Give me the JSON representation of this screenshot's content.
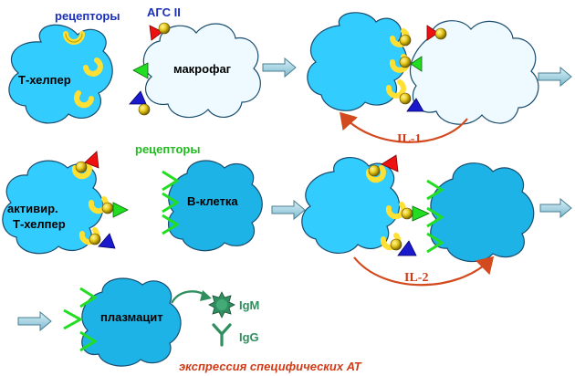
{
  "labels": {
    "receptors_top": "рецепторы",
    "mhc": "АГС II",
    "t_helper": "Т-хелпер",
    "macrophage": "макрофаг",
    "il1": "IL-1",
    "receptors_mid": "рецепторы",
    "activated_line1": "активир.",
    "activated_line2": "Т-хелпер",
    "b_cell": "В-клетка",
    "il2": "IL-2",
    "plasmocyte": "плазмацит",
    "igm": "IgM",
    "igg": "IgG",
    "caption": "экспрессия специфических АТ"
  },
  "colors": {
    "cell_light": "#33ccff",
    "cell_dark": "#1eb3e6",
    "cell_white": "#eefaff",
    "outline": "#1a4d6e",
    "yellow": "#ffe033",
    "gold_ball": "#d4b20a",
    "red": "#ee1111",
    "green": "#22dd22",
    "blue": "#1a1acc",
    "arrow_red": "#d24a1e",
    "label_blue": "#1a2fb8",
    "label_green": "#22bb22",
    "caption_red": "#d03a16",
    "ig_green": "#2f8f5f"
  }
}
